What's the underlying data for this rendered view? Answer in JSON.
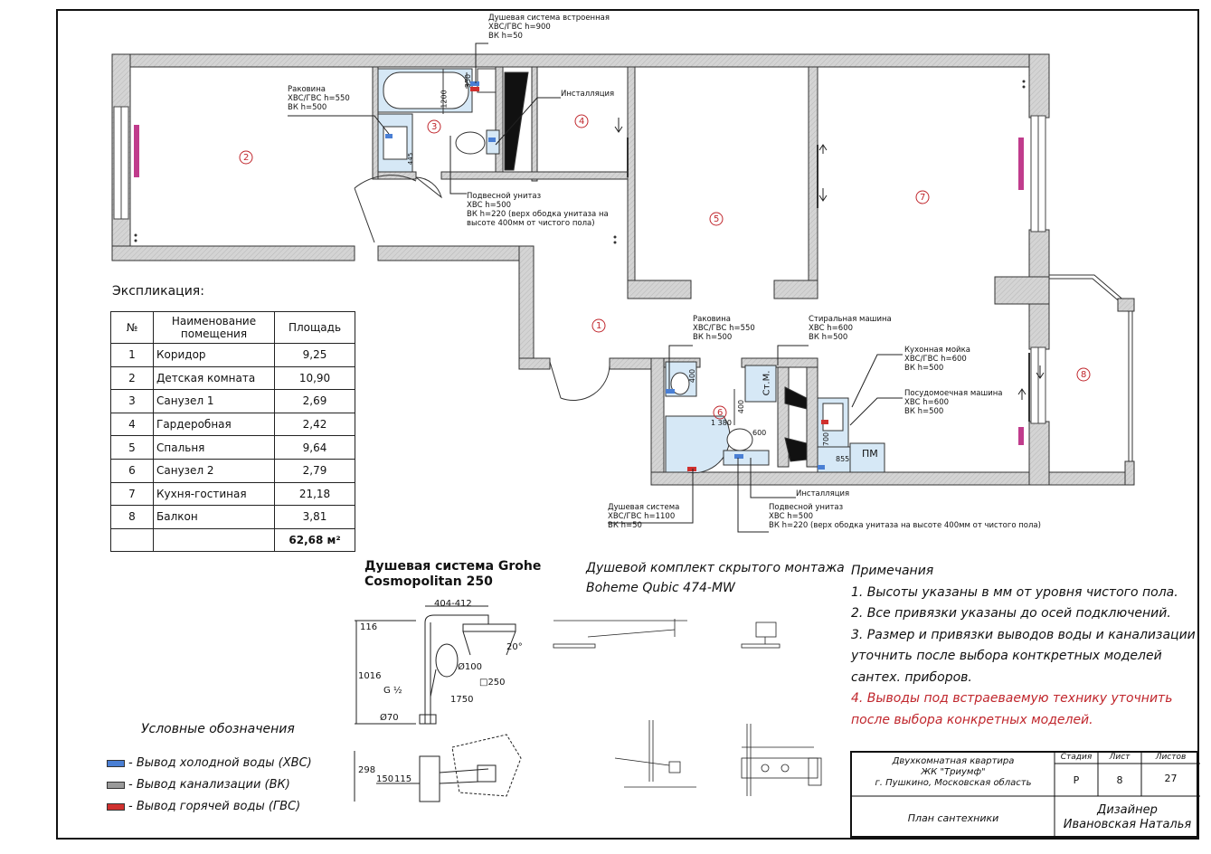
{
  "rooms_plan": {
    "numbers": [
      "1",
      "2",
      "3",
      "4",
      "5",
      "6",
      "7",
      "8"
    ]
  },
  "plan_labels": {
    "shower_builtin": "Душевая система встроенная\nХВС/ГВС h=900\nВК h=50",
    "sink1": "Раковина\nХВС/ГВС h=550\nВК h=500",
    "installation1": "Инсталляция",
    "wc1": "Подвесной унитаз\nХВС h=500\nВК h=220 (верх ободка унитаза на\nвысоте 400мм от чистого пола)",
    "sink2": "Раковина\nХВС/ГВС h=550\nВК h=500",
    "washer": "Стиральная машина\nХВС h=600\nВК h=500",
    "kitchen_sink": "Кухонная мойка\nХВС/ГВС h=600\nВК h=500",
    "dishwasher": "Посудомоечная машина\nХВС h=600\nВК h=500",
    "shower2": "Душевая система\nХВС/ГВС h=1100\nВК h=50",
    "installation2": "Инсталляция",
    "wc2": "Подвесной унитаз\nХВС h=500\nВК h=220 (верх ободка унитаза на высоте 400мм от чистого пола)",
    "dims": {
      "d1200": "1200",
      "d350": "350",
      "d400": "400",
      "d400b": "400",
      "d1380": "1 380",
      "d600": "600",
      "d700": "700",
      "d855": "855",
      "d445": "445"
    },
    "sm": "Ст.М.",
    "pm": "ПМ"
  },
  "explication": {
    "title": "Экспликация:",
    "headers": [
      "№",
      "Наименование\nпомещения",
      "Площадь"
    ],
    "rows": [
      [
        "1",
        "Коридор",
        "9,25"
      ],
      [
        "2",
        "Детская комната",
        "10,90"
      ],
      [
        "3",
        "Санузел 1",
        "2,69"
      ],
      [
        "4",
        "Гардеробная",
        "2,42"
      ],
      [
        "5",
        "Спальня",
        "9,64"
      ],
      [
        "6",
        "Санузел 2",
        "2,79"
      ],
      [
        "7",
        "Кухня-гостиная",
        "21,18"
      ],
      [
        "8",
        "Балкон",
        "3,81"
      ]
    ],
    "total": "62,68 м²"
  },
  "grohe": {
    "title1": "Душевая система Grohe",
    "title2": "Cosmopolitan 250",
    "dims": [
      "404-412",
      "116",
      "1016",
      "20°",
      "Ø100",
      "□250",
      "1750",
      "G ½",
      "Ø70",
      "298",
      "150",
      "115"
    ]
  },
  "boheme": {
    "title1": "Душевой комплект скрытого монтажа",
    "title2": "Boheme Qubic 474-MW"
  },
  "notes": {
    "title": "Примечания",
    "items": [
      "1. Высоты указаны в мм от уровня чистого пола.",
      "2. Все привязки указаны до осей подключений.",
      "3. Размер и привязки выводов воды и канализации",
      "уточнить после выбора конткретных моделей",
      "сантех. приборов."
    ],
    "red_items": [
      "4. Выводы под встраеваемую технику уточнить",
      "после выбора конкретных моделей."
    ]
  },
  "legend": {
    "title": "Условные обозначения",
    "items": [
      {
        "label": "- Вывод холодной воды (ХВС)",
        "color": "#4a7fd4"
      },
      {
        "label": "- Вывод канализации (ВК)",
        "color": "#9a9a9a"
      },
      {
        "label": "- Вывод горячей воды (ГВС)",
        "color": "#d0302e"
      }
    ]
  },
  "stamp": {
    "project": "Двухкомнатная квартира\nЖК \"Триумф\"\nг. Пушкино, Московская область",
    "stage_h": "Стадия",
    "sheet_h": "Лист",
    "sheets_h": "Листов",
    "stage": "Р",
    "sheet": "8",
    "sheets": "27",
    "drawing": "План сантехники",
    "designer": "Дизайнер\nИвановская Наталья"
  },
  "colors": {
    "wall": "#cfcfcf",
    "fixture": "#d6e8f6",
    "cold": "#4a7fd4",
    "hot": "#d0302e",
    "drain": "#9a9a9a",
    "window": "#c03c8c"
  }
}
